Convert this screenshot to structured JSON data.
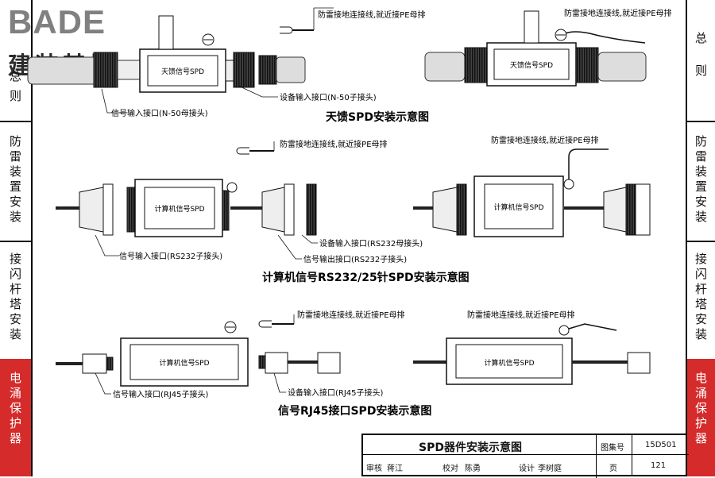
{
  "brand": {
    "top": "BADE",
    "sub": "建装基地"
  },
  "left_nav": [
    {
      "label": "总则",
      "active": false
    },
    {
      "label": "防雷装置安装",
      "active": false
    },
    {
      "label": "接闪杆塔安装",
      "active": false
    },
    {
      "label": "电涌保护器",
      "active": true
    }
  ],
  "right_nav": [
    {
      "label": "总则",
      "active": false
    },
    {
      "label": "防雷装置安装",
      "active": false
    },
    {
      "label": "接闪杆塔安装",
      "active": false
    },
    {
      "label": "电涌保护器",
      "active": true
    }
  ],
  "diagram1": {
    "box_label": "天馈信号SPD",
    "ground_label": "防雷接地连接线,就近接PE母排",
    "input_label": "信号输入接口(N-50母接头)",
    "device_label": "设备输入接口(N-50子接头)",
    "right_box_label": "天馈信号SPD",
    "right_ground_label": "防雷接地连接线,就近接PE母排",
    "caption": "天馈SPD安装示意图"
  },
  "diagram2": {
    "box_label": "计算机信号SPD",
    "ground_label": "防雷接地连接线,就近接PE母排",
    "input_label": "信号输入接口(RS232子接头)",
    "device_label": "设备输入接口(RS232母接头)",
    "output_label": "信号输出接口(RS232子接头)",
    "right_box_label": "计算机信号SPD",
    "right_ground_label": "防雷接地连接线,就近接PE母排",
    "caption": "计算机信号RS232/25针SPD安装示意图"
  },
  "diagram3": {
    "box_label": "计算机信号SPD",
    "ground_label": "防雷接地连接线,就近接PE母排",
    "input_label": "信号输入接口(RJ45子接头)",
    "device_label": "设备输入接口(RJ45子接头)",
    "right_box_label": "计算机信号SPD",
    "right_ground_label": "防雷接地连接线,就近接PE母排",
    "caption": "信号RJ45接口SPD安装示意图"
  },
  "title_block": {
    "title": "SPD器件安装示意图",
    "atlas_label": "图集号",
    "atlas_no": "15D501",
    "review_label": "审核",
    "reviewer": "蒋江",
    "check_label": "校对",
    "checker": "陈勇",
    "design_label": "设计",
    "designer": "李树庭",
    "page_label": "页",
    "page_no": "121"
  }
}
